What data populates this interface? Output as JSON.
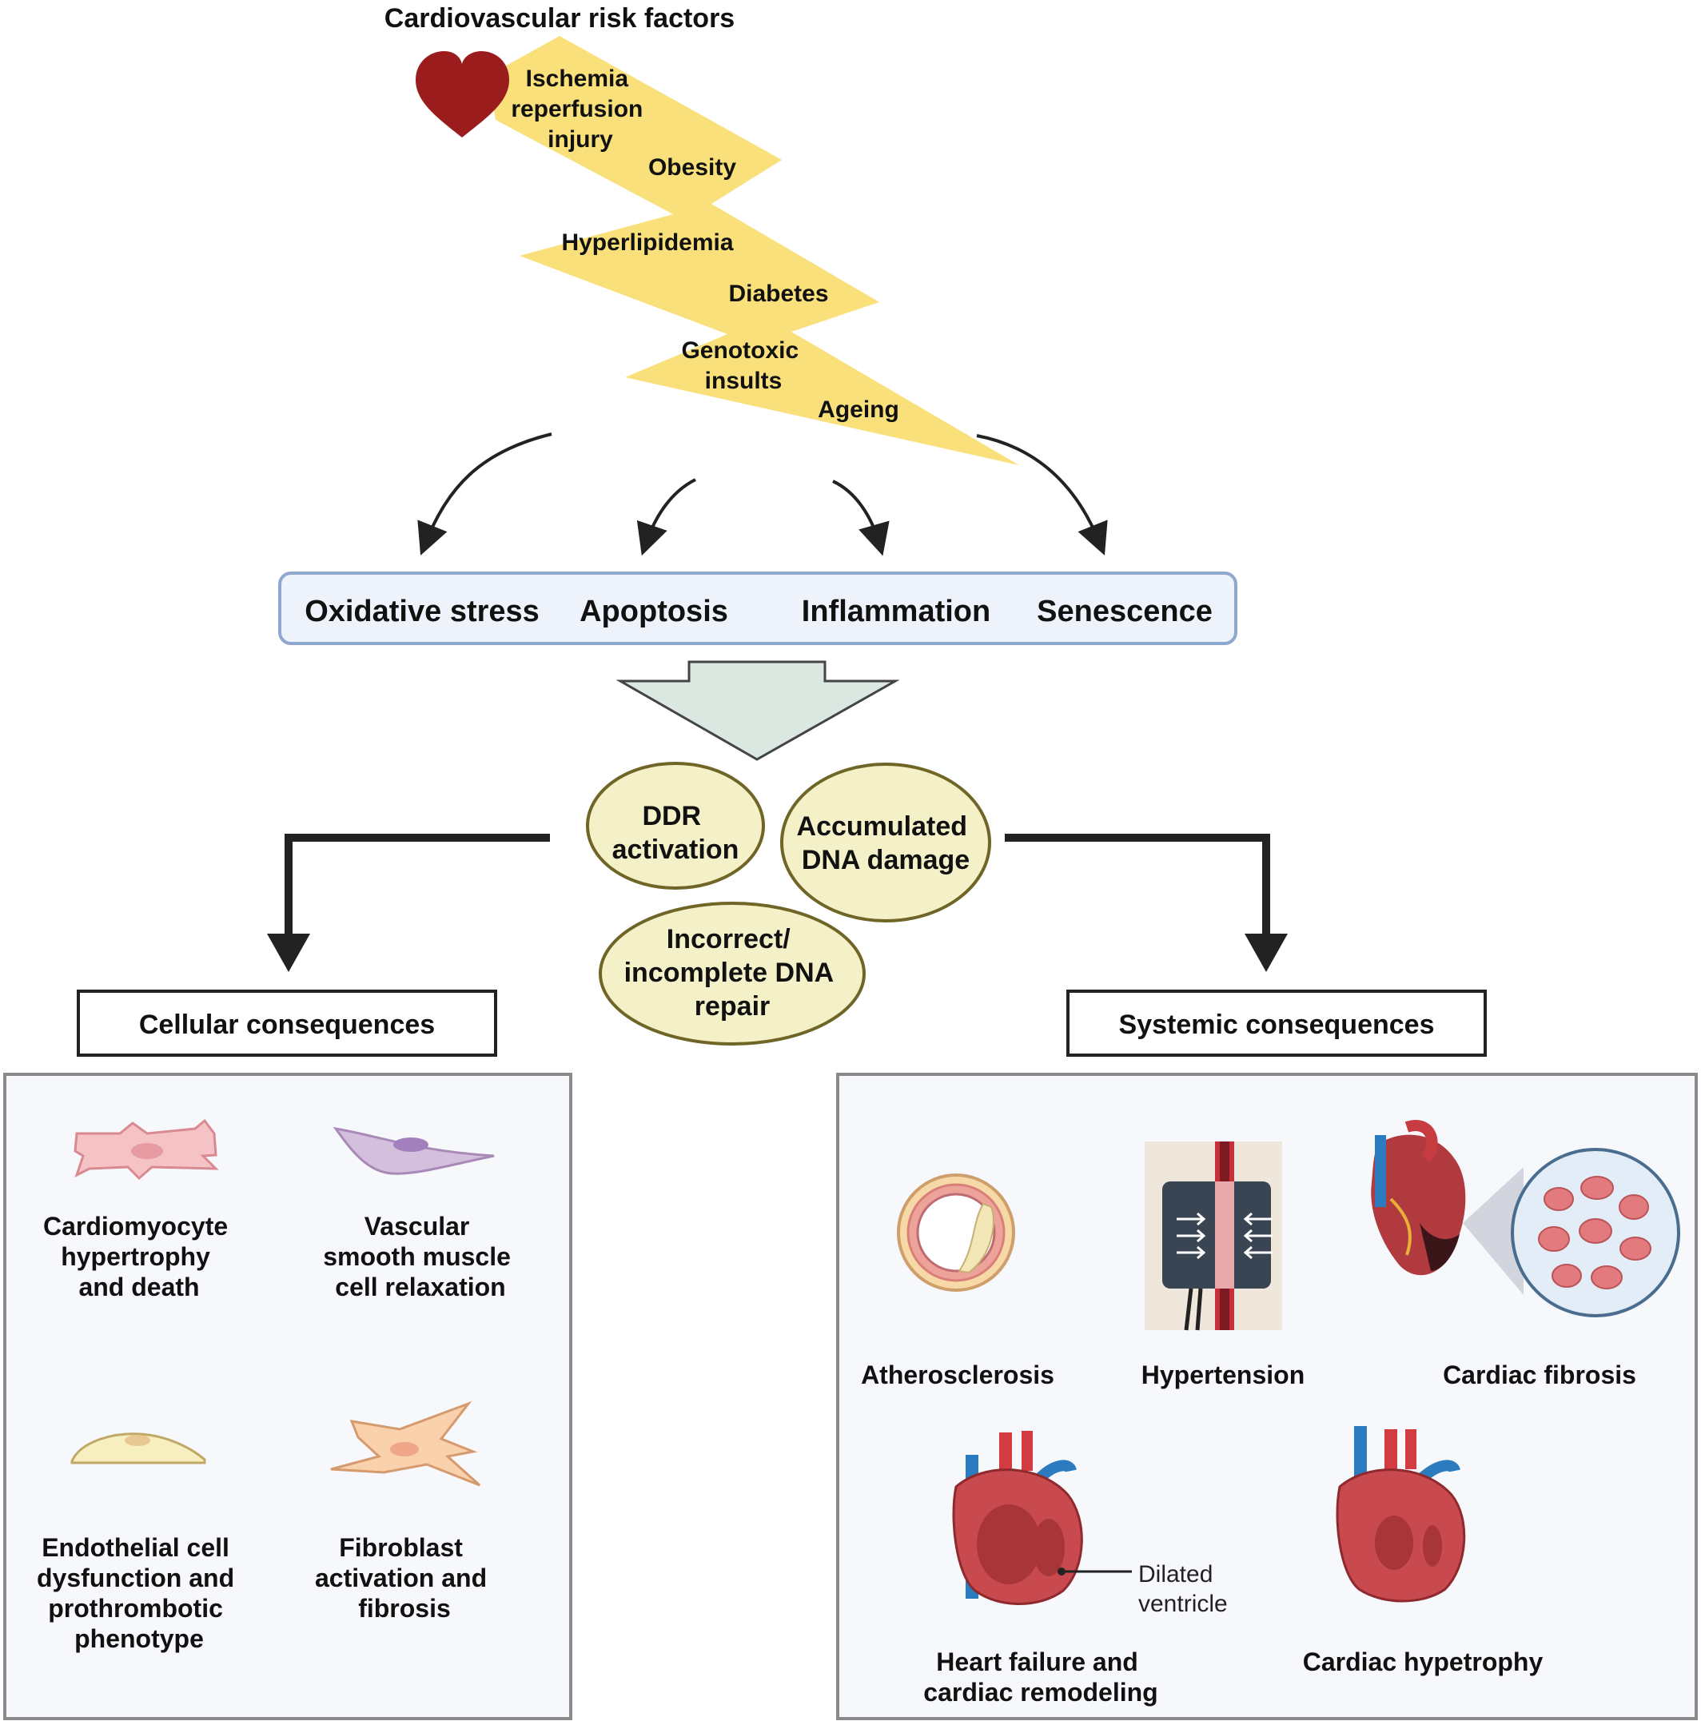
{
  "title": "Cardiovascular risk factors",
  "risk_factors": {
    "ischemia": [
      "Ischemia",
      "reperfusion",
      "injury"
    ],
    "obesity": "Obesity",
    "hyperlipidemia": "Hyperlipidemia",
    "diabetes": "Diabetes",
    "genotoxic": [
      "Genotoxic",
      "insults"
    ],
    "ageing": "Ageing"
  },
  "processes": [
    "Oxidative stress",
    "Apoptosis",
    "Inflammation",
    "Senescence"
  ],
  "dna": {
    "ddr": [
      "DDR",
      "activation"
    ],
    "accumulated": [
      "Accumulated",
      "DNA damage"
    ],
    "repair": [
      "Incorrect/",
      "incomplete DNA",
      "repair"
    ]
  },
  "cellular": {
    "title": "Cellular consequences",
    "items": [
      {
        "lines": [
          "Cardiomyocyte",
          "hypertrophy",
          "and death"
        ],
        "icon": "cardiomyocyte-icon"
      },
      {
        "lines": [
          "Vascular",
          "smooth muscle",
          "cell relaxation"
        ],
        "icon": "smooth-muscle-cell-icon"
      },
      {
        "lines": [
          "Endothelial cell",
          "dysfunction and",
          "prothrombotic",
          "phenotype"
        ],
        "icon": "endothelial-cell-icon"
      },
      {
        "lines": [
          "Fibroblast",
          "activation and",
          "fibrosis"
        ],
        "icon": "fibroblast-icon"
      }
    ]
  },
  "systemic": {
    "title": "Systemic consequences",
    "items": [
      {
        "lines": [
          "Atherosclerosis"
        ],
        "icon": "artery-cross-section-icon"
      },
      {
        "lines": [
          "Hypertension"
        ],
        "icon": "blood-pressure-cuff-icon"
      },
      {
        "lines": [
          "Cardiac fibrosis"
        ],
        "icon": "fibrotic-heart-icon"
      },
      {
        "lines": [
          "Heart failure and",
          "cardiac remodeling"
        ],
        "icon": "dilated-heart-icon"
      },
      {
        "lines": [
          "Cardiac hypetrophy"
        ],
        "icon": "hypertrophic-heart-icon"
      }
    ],
    "dilated_label": [
      "Dilated",
      "ventricle"
    ]
  },
  "colors": {
    "lightning": "#f9e07a",
    "heart": "#9b1c1c",
    "process_box_fill": "#eef3fb",
    "process_box_stroke": "#8fa8d0",
    "big_arrow_fill": "#dbe7e1",
    "ellipse_fill": "#f4f0c8",
    "ellipse_stroke": "#6f6526",
    "panel_fill": "#f7f8fc",
    "panel_stroke": "#8a8a8a",
    "arrow": "#222222"
  }
}
